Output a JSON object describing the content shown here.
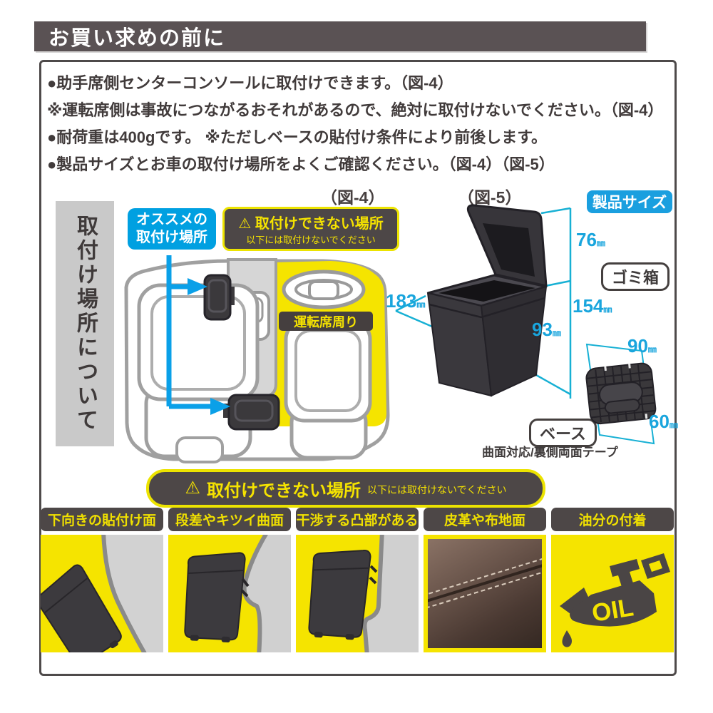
{
  "header": {
    "title": "お買い求めの前に"
  },
  "notes": [
    "●助手席側センターコンソールに取付けできます。（図-4）",
    "※運転席側は事故につながるおそれがあるので、絶対に取付けないでください。（図-4）",
    "●耐荷重は400gです。 ※ただしベースの貼付け条件により前後します。",
    "●製品サイズとお車の取付け場所をよくご確認ください。（図-4）（図-5）"
  ],
  "section_label": "取付け場所について",
  "fig4": {
    "caption": "（図-4）",
    "recommended_badge": {
      "line1": "オススメの",
      "line2": "取付け場所"
    },
    "warning_badge": {
      "symbol": "⚠",
      "title": "取付けできない場所",
      "subtitle": "以下には取付けないでください"
    },
    "driver_area_label": "運転席周り"
  },
  "fig5": {
    "caption": "（図-5）",
    "size_badge": "製品サイズ",
    "bin_label": "ゴミ箱",
    "base_label": "ベース",
    "base_note": "曲面対応/裏側両面テープ",
    "dimensions": {
      "lid_open_height": {
        "value": "76",
        "unit": "㎜"
      },
      "width": {
        "value": "183",
        "unit": "㎜"
      },
      "height": {
        "value": "154",
        "unit": "㎜"
      },
      "depth": {
        "value": "93",
        "unit": "㎜"
      },
      "base_width": {
        "value": "90",
        "unit": "㎜"
      },
      "base_height": {
        "value": "60",
        "unit": "㎜"
      }
    }
  },
  "warning_banner": {
    "symbol": "⚠",
    "title": "取付けできない場所",
    "subtitle": "以下には取付けないでください"
  },
  "ng_panels": [
    {
      "label": "下向きの貼付け面"
    },
    {
      "label": "段差やキツイ曲面"
    },
    {
      "label": "干渉する凸部がある"
    },
    {
      "label": "皮革や布地面"
    },
    {
      "label": "油分の付着",
      "icon_text": "OIL"
    }
  ],
  "colors": {
    "header_gray": "#5a5254",
    "accent_yellow": "#f5e400",
    "accent_blue": "#00a0e1",
    "dimension_cyan": "#19a5dd",
    "dark_badge": "#4d4747"
  }
}
